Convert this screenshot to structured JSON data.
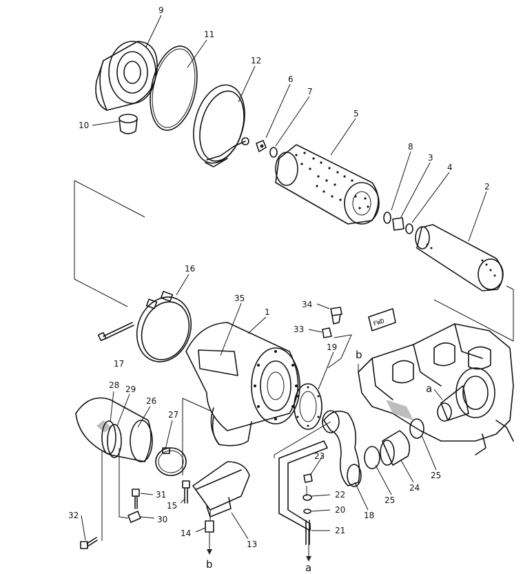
{
  "callouts": {
    "n1": "1",
    "n2": "2",
    "n3": "3",
    "n4": "4",
    "n5": "5",
    "n6": "6",
    "n7": "7",
    "n8": "8",
    "n9": "9",
    "n10": "10",
    "n11": "11",
    "n12": "12",
    "n13": "13",
    "n14": "14",
    "n15": "15",
    "n16": "16",
    "n17": "17",
    "n18": "18",
    "n19": "19",
    "n20": "20",
    "n21": "21",
    "n22": "22",
    "n23": "23",
    "n24": "24",
    "n25a": "25",
    "n25b": "25",
    "n26": "26",
    "n27": "27",
    "n28": "28",
    "n29": "29",
    "n30": "30",
    "n31": "31",
    "n32": "32",
    "n33": "33",
    "n34": "34",
    "n35": "35"
  },
  "letters": {
    "a_engine": "a",
    "a_bottom": "a",
    "b_top": "b",
    "b_bottom": "b"
  },
  "fwd_tag": "FWD"
}
